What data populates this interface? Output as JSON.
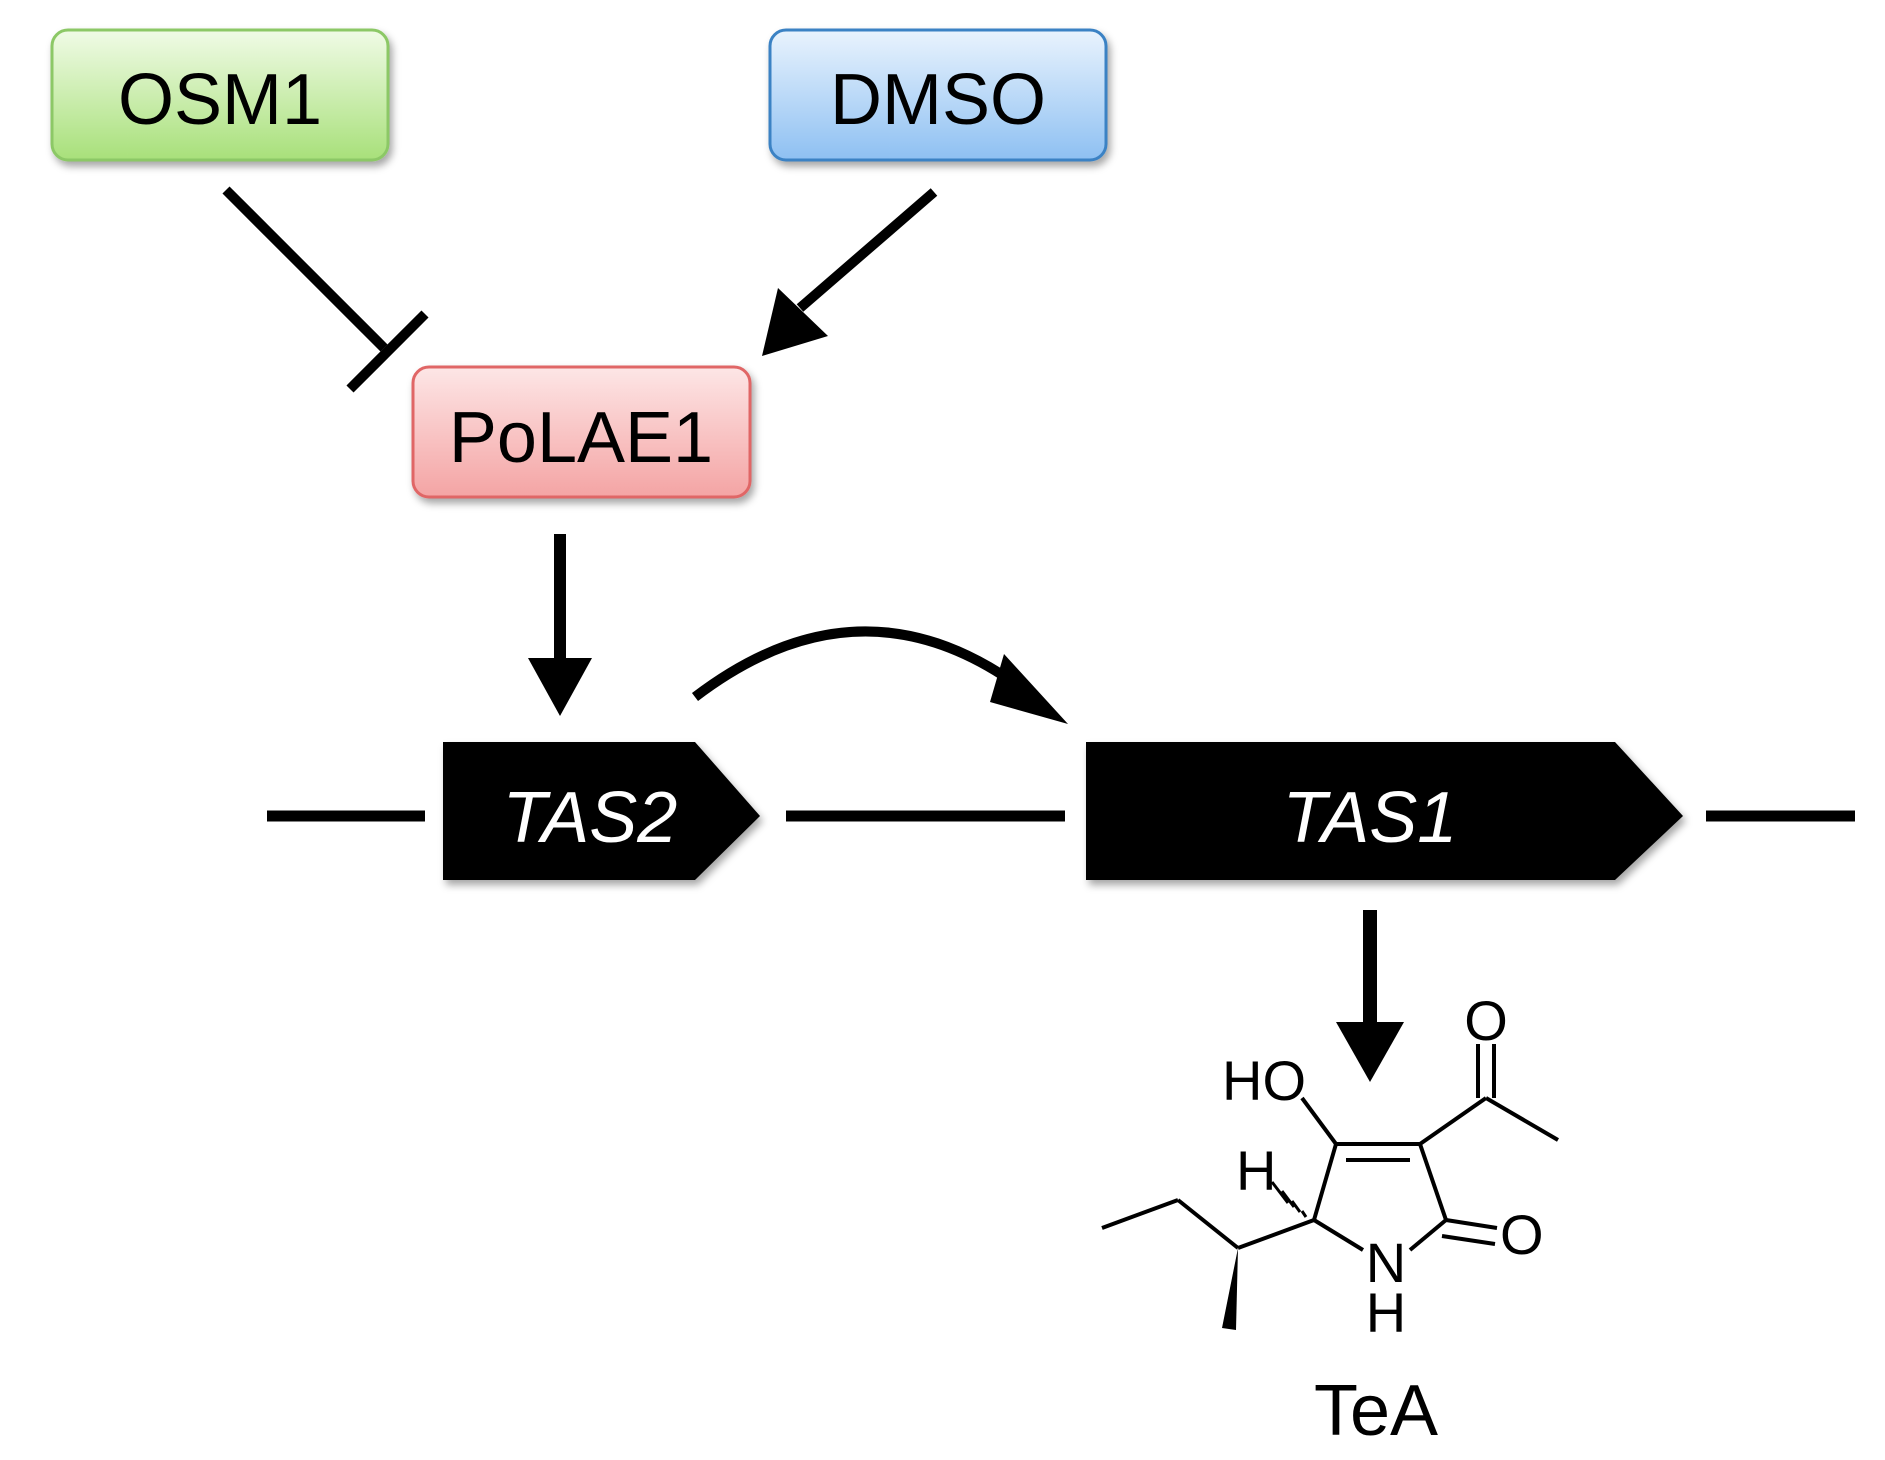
{
  "nodes": {
    "osm1": {
      "label": "OSM1",
      "color": "#a8e07a",
      "border": "#8cc866"
    },
    "dmso": {
      "label": "DMSO",
      "color": "#9cc8f2",
      "border": "#3b82c4"
    },
    "polae1": {
      "label": "PoLAE1",
      "color": "#f7b2b2",
      "border": "#e06666"
    }
  },
  "genes": [
    {
      "label": "TAS2"
    },
    {
      "label": "TAS1"
    }
  ],
  "molecule": {
    "name": "TeA",
    "atoms": {
      "ho": "HO",
      "h_stereo": "H",
      "o_acetyl": "O",
      "o_lactam": "O",
      "n": "N",
      "h_n": "H"
    }
  },
  "relations": [
    {
      "from": "OSM1",
      "to": "PoLAE1",
      "type": "inhibits"
    },
    {
      "from": "DMSO",
      "to": "PoLAE1",
      "type": "activates"
    },
    {
      "from": "PoLAE1",
      "to": "TAS2",
      "type": "activates"
    },
    {
      "from": "TAS2",
      "to": "TAS1",
      "type": "activates"
    },
    {
      "from": "TAS1",
      "to": "TeA",
      "type": "produces"
    }
  ]
}
